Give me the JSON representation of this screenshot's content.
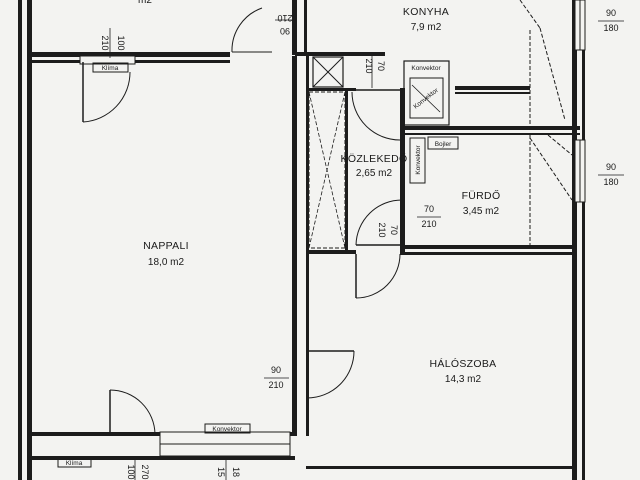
{
  "rooms": {
    "konyha": {
      "name": "KONYHA",
      "area": "7,9 m2"
    },
    "kozlekedo": {
      "name": "KÖZLEKEDŐ",
      "area": "2,65 m2"
    },
    "furdo": {
      "name": "FÜRDŐ",
      "area": "3,45 m2"
    },
    "nappali": {
      "name": "NAPPALI",
      "area": "18,0 m2"
    },
    "haloszoba": {
      "name": "HÁLÓSZOBA",
      "area": "14,3 m2"
    },
    "top_left_area_fragment": "m2"
  },
  "equipment": {
    "klima_top": "Klíma",
    "klima_bottom": "Klíma",
    "konvektor_kitchen": "Konvektor",
    "konvektor_kitchen_2": "Konvektor",
    "konvektor_bath": "Konvektor",
    "konvektor_bottom": "Konvektor",
    "bojler": "Bojler"
  },
  "dimensions": {
    "top_left_door": {
      "width": "100",
      "height": "210"
    },
    "kitchen_door": {
      "width": "90",
      "height": "210"
    },
    "corridor_door": {
      "width": "70",
      "height": "210"
    },
    "bath_door": {
      "width": "70",
      "height": "210"
    },
    "window_top_right": {
      "width": "90",
      "height": "180"
    },
    "window_right": {
      "width": "90",
      "height": "180"
    },
    "bedroom_door": {
      "width": "90",
      "height": "210"
    },
    "bottom_door": {
      "width": "100",
      "height": "270"
    },
    "bottom_window": {
      "width": "15",
      "height": "18"
    }
  }
}
